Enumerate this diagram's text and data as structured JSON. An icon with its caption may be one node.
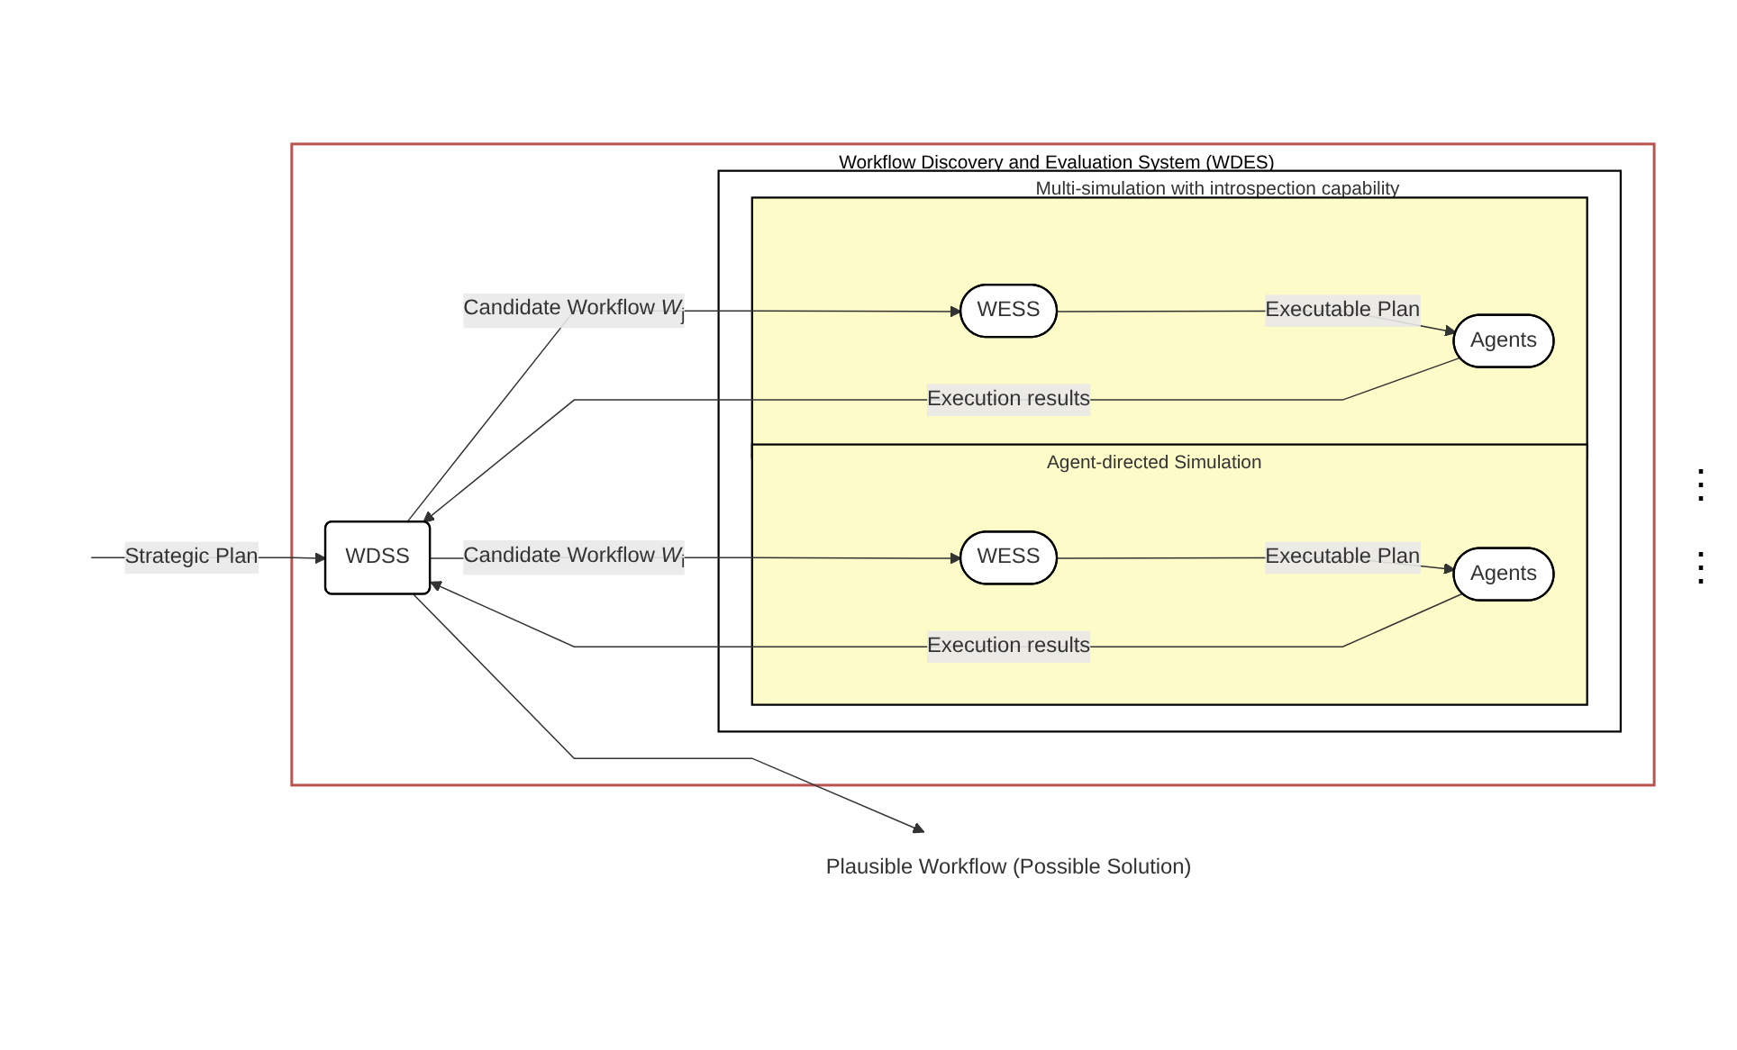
{
  "diagram": {
    "nodes": [
      {
        "text": [
          "Workflow Discovery and Evaluation System (WDES)"
        ]
      },
      {
        "text": [
          "WDSS"
        ],
        "in": 0
      },
      {
        "text": [
          "Multi-simulation with introspection capability"
        ],
        "in": 0
      },
      {
        "text": [
          "Agent-directed Simulation"
        ],
        "in": 2
      },
      {
        "text": [
          "WESS"
        ],
        "in": 3
      },
      {
        "text": [
          "Agents"
        ],
        "in": 3
      },
      {
        "text": [],
        "shape": "box",
        "in": 2
      },
      {
        "text": [
          "WESS"
        ],
        "in": 6
      },
      {
        "text": [
          "Agents"
        ],
        "in": 6
      },
      {
        "text": [
          "Plausible Workflow (Possible Solution)"
        ]
      }
    ],
    "edges": [
      {
        "from": null,
        "to": 1,
        "arrow": "to",
        "label": "Strategic Plan"
      },
      {
        "from": 1,
        "to": 4,
        "arrow": "to",
        "label": "Candidate Workflow *W*$_{i}$"
      },
      {
        "from": 4,
        "to": 5,
        "arrow": "to",
        "label": "Executable Plan"
      },
      {
        "from": 5,
        "to": 1,
        "arrow": "to",
        "label": "Execution results"
      },
      {
        "from": 1,
        "to": 7,
        "arrow": "to",
        "label": "Candidate Workflow *W*$_{j}$"
      },
      {
        "from": 7,
        "to": 8,
        "arrow": "to",
        "label": "Executable Plan"
      },
      {
        "from": 8,
        "to": 1,
        "arrow": "to",
        "label": "Execution results"
      },
      {
        "from": 1,
        "to": 9,
        "arrow": "to"
      }
    ],
    "labels": [
      "⋮",
      "⋮"
    ]
  }
}
